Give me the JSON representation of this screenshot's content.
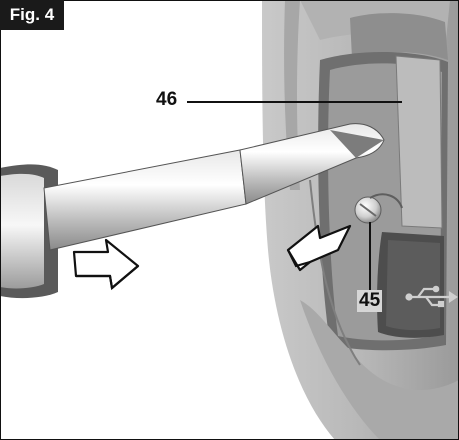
{
  "figure": {
    "label": "Fig. 4"
  },
  "callouts": [
    {
      "id": "46",
      "text": "46"
    },
    {
      "id": "45",
      "text": "45"
    }
  ],
  "icons": {
    "usb": "usb-icon",
    "push_arrow": "push-arrow-icon",
    "pull_arrow": "pull-arrow-icon"
  }
}
